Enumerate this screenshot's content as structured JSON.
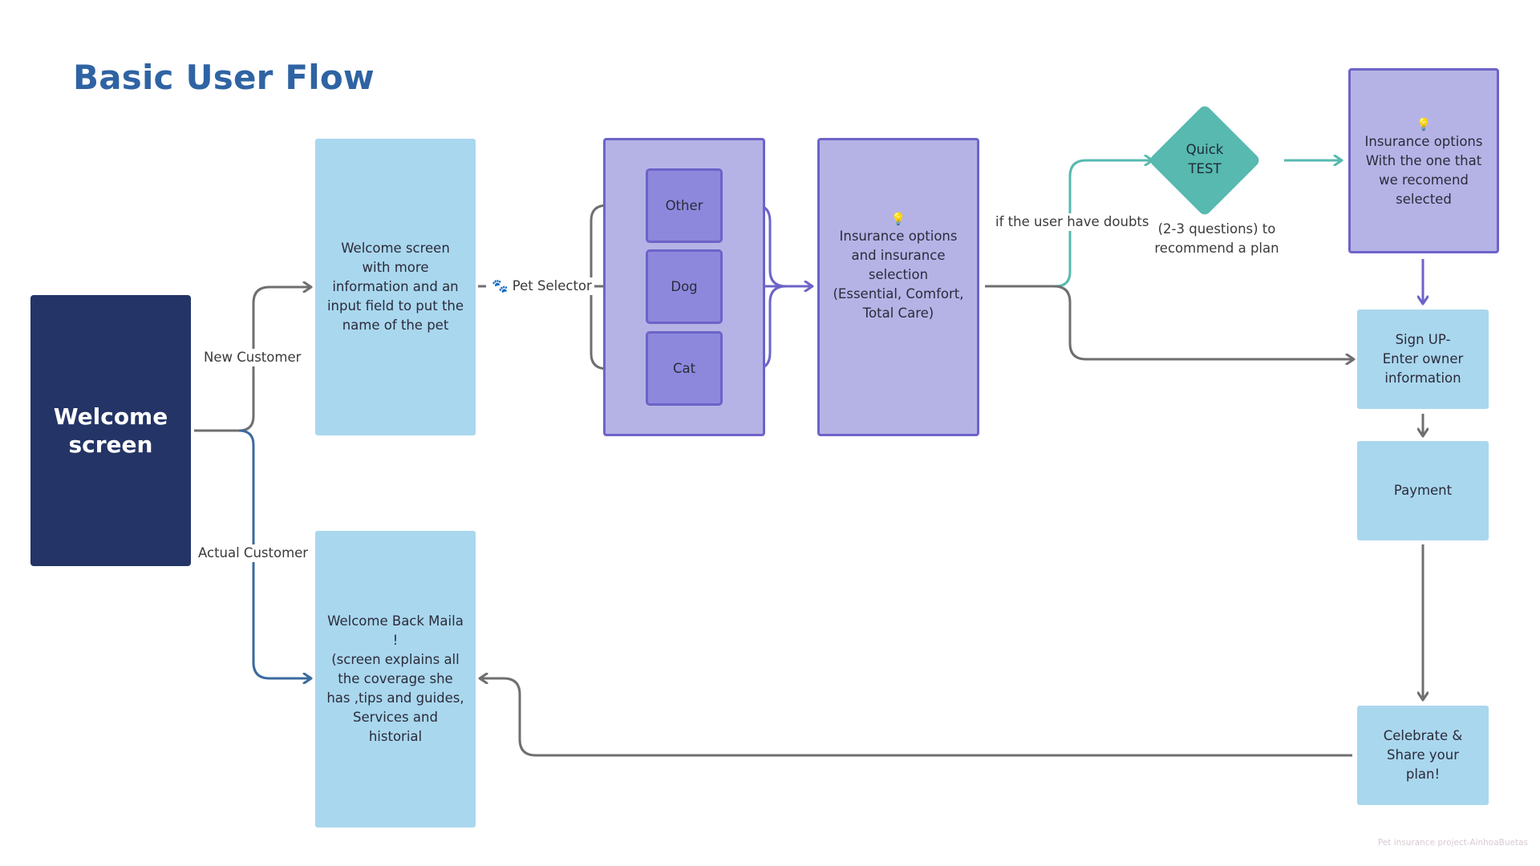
{
  "diagram": {
    "title": "Basic User Flow",
    "footer": "Pet insurance project-AinhoaBuetas",
    "colors": {
      "title": "#2f63a3",
      "navy_box": "#243466",
      "blue_box": "#a9d7ee",
      "purple_box": "#b5b3e6",
      "purple_border": "#6d63c8",
      "teal": "#57b9b0",
      "gray_arrow": "#6f6f6f",
      "blue_arrow": "#3b6a9f",
      "purple_arrow": "#6d63c8"
    },
    "nodes": {
      "welcome": "Welcome\nscreen",
      "welcome_new": "Welcome screen\nwith more\ninformation and an\ninput field to put the\nname of the pet",
      "welcome_back": "Welcome Back Maila\n!\n(screen explains all\nthe coverage she\nhas ,tips and guides,\nServices and\nhistorial",
      "pet_other": "Other",
      "pet_dog": "Dog",
      "pet_cat": "Cat",
      "insurance_selection": "Insurance options\nand insurance\nselection\n(Essential, Comfort,\nTotal Care)",
      "quick_test": "Quick\nTEST",
      "insurance_recommended": "Insurance options\nWith the one that\nwe recomend\nselected",
      "sign_up": "Sign UP-\nEnter owner\ninformation",
      "payment": "Payment",
      "celebrate": "Celebrate &\nShare your plan!"
    },
    "edge_labels": {
      "new_customer": "New Customer",
      "actual_customer": "Actual Customer",
      "pet_selector": "Pet Selector",
      "doubts": "if the user have doubts",
      "quick_test_note": "(2-3 questions) to\nrecommend a plan"
    },
    "icons": {
      "bulb": "lightbulb-icon",
      "paw": "paw-icon"
    }
  }
}
